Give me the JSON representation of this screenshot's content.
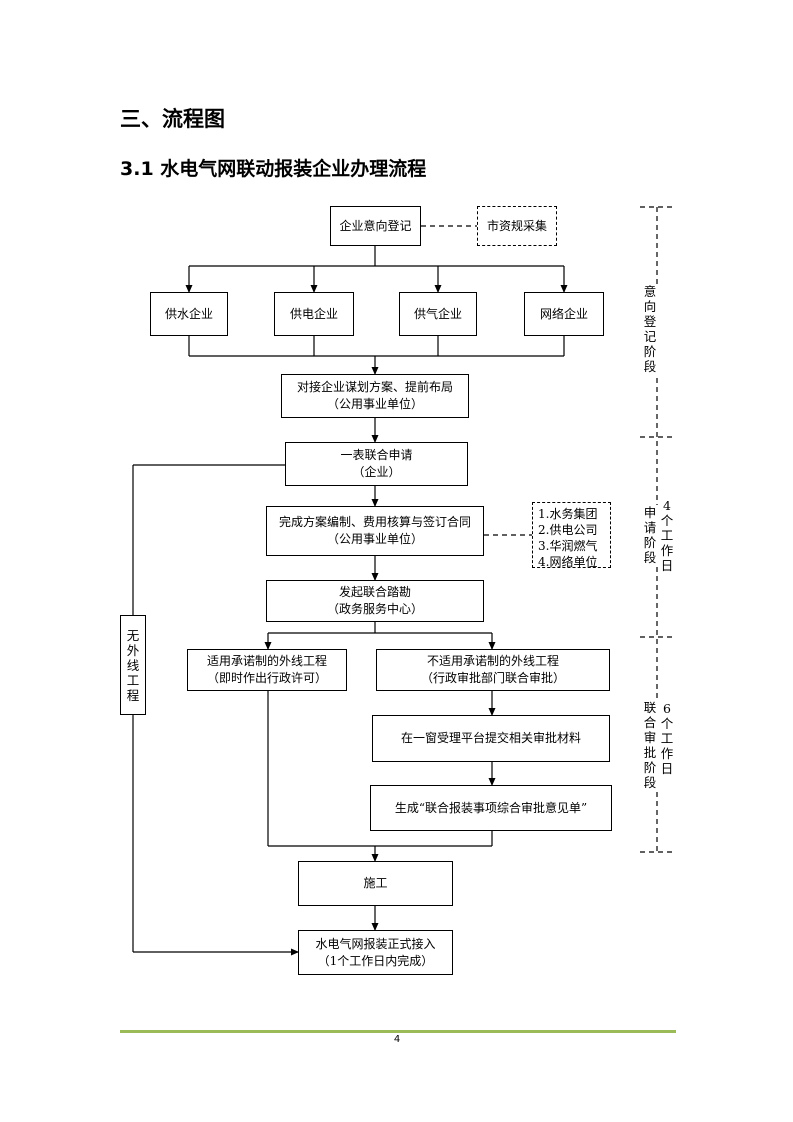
{
  "heading": "三、流程图",
  "subheading": "3.1 水电气网联动报装企业办理流程",
  "nodes": {
    "register": {
      "lines": [
        "企业意向登记"
      ]
    },
    "market": {
      "lines": [
        "市资规采集"
      ]
    },
    "water": {
      "lines": [
        "供水企业"
      ]
    },
    "power": {
      "lines": [
        "供电企业"
      ]
    },
    "gas": {
      "lines": [
        "供气企业"
      ]
    },
    "network": {
      "lines": [
        "网络企业"
      ]
    },
    "plan": {
      "lines": [
        "对接企业谋划方案、提前布局",
        "（公用事业单位）"
      ]
    },
    "apply": {
      "lines": [
        "一表联合申请",
        "（企业）"
      ]
    },
    "design": {
      "lines": [
        "完成方案编制、费用核算与签订合同",
        "（公用事业单位）"
      ]
    },
    "units": {
      "lines": [
        "1.水务集团",
        "2.供电公司",
        "3.华润燃气",
        "4.网络单位"
      ]
    },
    "survey": {
      "lines": [
        "发起联合踏勘",
        "（政务服务中心）"
      ]
    },
    "commit": {
      "lines": [
        "适用承诺制的外线工程",
        "（即时作出行政许可）"
      ]
    },
    "nocommit": {
      "lines": [
        "不适用承诺制的外线工程",
        "（行政审批部门联合审批）"
      ]
    },
    "submit": {
      "lines": [
        "在一窗受理平台提交相关审批材料"
      ]
    },
    "opinion": {
      "lines": [
        "生成“联合报装事项综合审批意见单”"
      ]
    },
    "build": {
      "lines": [
        "施工"
      ]
    },
    "connect": {
      "lines": [
        "水电气网报装正式接入",
        "（1个工作日内完成）"
      ]
    },
    "noext": {
      "lines": [
        "无外线工程"
      ]
    }
  },
  "stages": {
    "register": {
      "name": "意向登记阶段",
      "days": ""
    },
    "apply": {
      "name": "申请阶段",
      "days": "4个工作日"
    },
    "approve": {
      "name": "联合审批阶段",
      "days": "6个工作日"
    }
  },
  "page_number": "4",
  "colors": {
    "footer_rule": "#9bbb59",
    "line": "#000000"
  }
}
